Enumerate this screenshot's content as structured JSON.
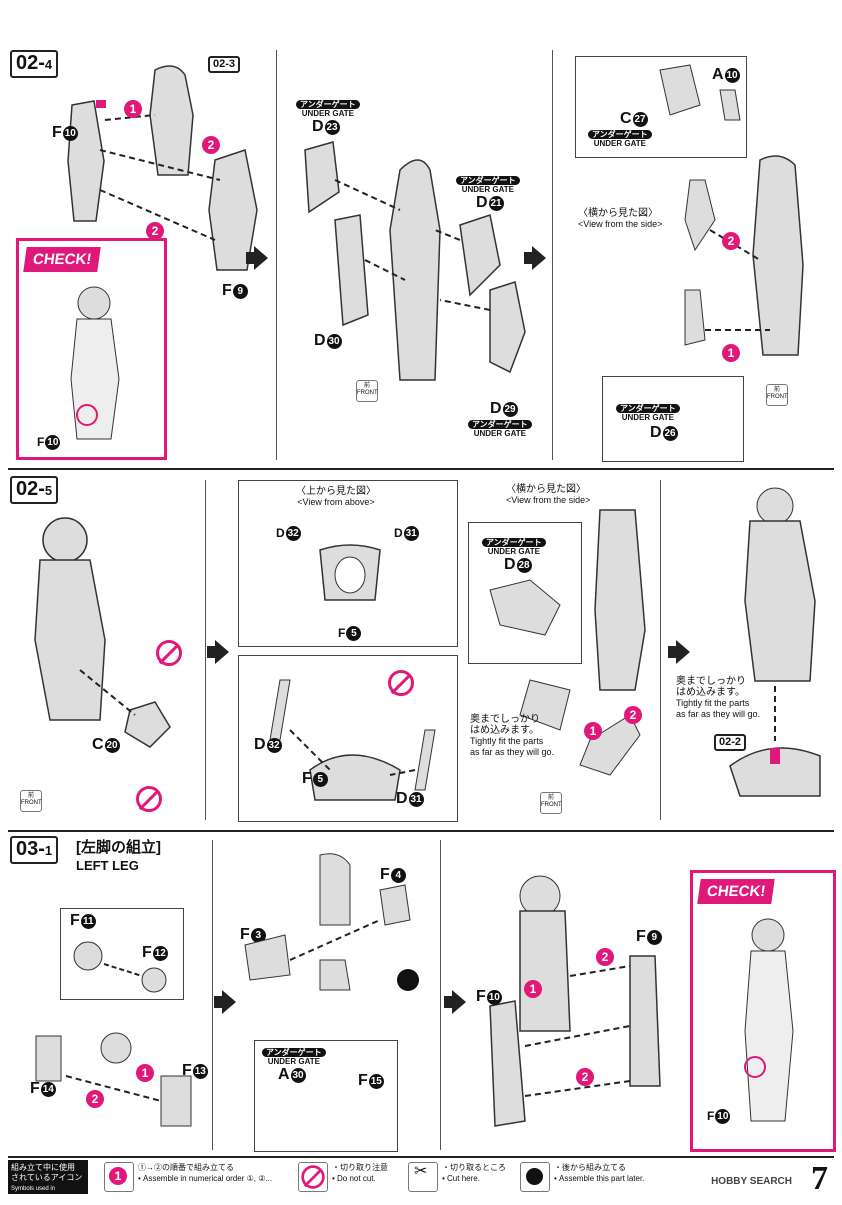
{
  "sections": {
    "s02_4": {
      "step": "02-",
      "sub": "4",
      "ref": "02-3"
    },
    "s02_5": {
      "step": "02-",
      "sub": "5",
      "ref": "02-2"
    },
    "s03_1": {
      "step": "03-",
      "sub": "1",
      "title_jp": "[左脚の組立]",
      "title_en": "LEFT LEG"
    }
  },
  "parts": {
    "F10": "F",
    "F9": "F",
    "D23": "D",
    "D21": "D",
    "D30": "D",
    "D29": "D",
    "A10": "A",
    "C27": "C",
    "D26": "D",
    "C20": "C",
    "D32": "D",
    "D31": "D",
    "F5": "F",
    "D28": "D",
    "F11": "F",
    "F12": "F",
    "F13": "F",
    "F14": "F",
    "F3": "F",
    "F4": "F",
    "A30": "A",
    "F15": "F"
  },
  "nums": {
    "n1": "10",
    "n2": "9",
    "n3": "23",
    "n4": "21",
    "n5": "30",
    "n6": "29",
    "n7": "10",
    "n8": "27",
    "n9": "26",
    "n10": "20",
    "n11": "32",
    "n12": "31",
    "n13": "5",
    "n14": "28",
    "n15": "11",
    "n16": "12",
    "n17": "13",
    "n18": "14",
    "n19": "3",
    "n20": "4",
    "n21": "30",
    "n22": "15"
  },
  "under_gate": {
    "jp": "アンダーゲート",
    "en": "UNDER GATE"
  },
  "check": "CHECK!",
  "views": {
    "side_jp": "〈横から見た図〉",
    "side_en": "<View from the side>",
    "above_jp": "〈上から見た図〉",
    "above_en": "<View from above>"
  },
  "tight": {
    "jp1": "奥までしっかり",
    "jp2": "はめ込みます。",
    "en1": "Tightly fit the parts",
    "en2": "as far as they will go."
  },
  "front": {
    "jp": "前",
    "en": "FRONT"
  },
  "footer": {
    "legend_jp1": "組み立て中に使用",
    "legend_jp2": "されているアイコン",
    "legend_en": "Symbols used in instructions",
    "order_jp": "①→②の順番で組み立てる",
    "order_en": "• Assemble in numerical order ①, ②...",
    "nocut_jp": "・切り取り注意",
    "nocut_en": "• Do not cut.",
    "cut_jp": "・切り取るところ",
    "cut_en": "• Cut here.",
    "later_jp": "・後から組み立てる",
    "later_en": "• Assemble this part later.",
    "brand": "HOBBY SEARCH",
    "page": "7"
  },
  "colors": {
    "accent": "#e0187a",
    "line": "#222222"
  }
}
